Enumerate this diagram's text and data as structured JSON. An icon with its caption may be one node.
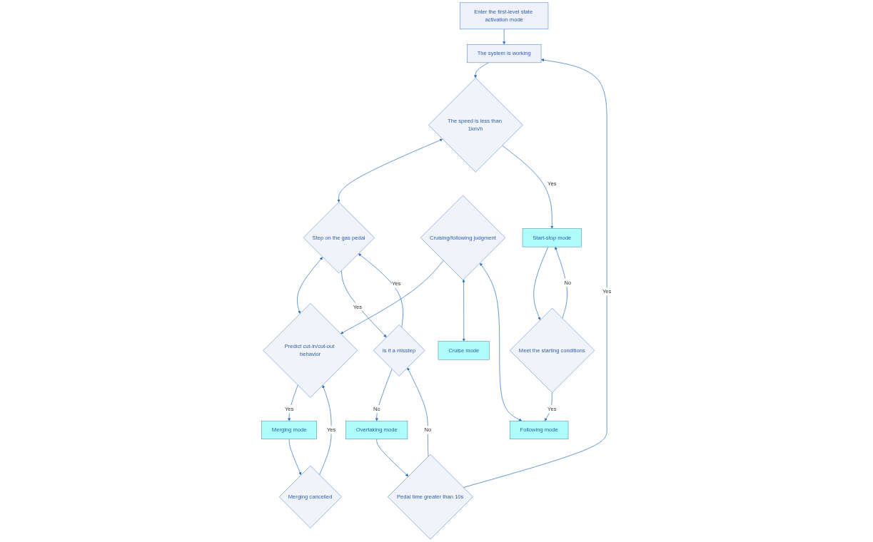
{
  "diagram": {
    "nodes": [
      {
        "text": [
          "Enter the first-level state activation mode"
        ]
      },
      {
        "text": [
          "The system is working"
        ]
      },
      {
        "text": [
          "The speed is less than 1km/h"
        ]
      },
      {
        "text": [
          "Step on the gas pedal"
        ]
      },
      {
        "text": [
          "Predict cut-in/cut-out behavior"
        ]
      },
      {
        "text": [
          "Cruising/following judgment"
        ]
      },
      {
        "text": [
          "Cruise mode"
        ]
      },
      {
        "text": [
          "Start-stop mode"
        ]
      },
      {
        "text": [
          "Is it a misstep"
        ]
      },
      {
        "text": [
          "Merging mode"
        ]
      },
      {
        "text": [
          "Following mode"
        ]
      },
      {
        "text": [
          "Meet the starting conditions"
        ]
      },
      {
        "text": [
          "Overtaking mode"
        ]
      },
      {
        "text": [
          "Merging cancelled"
        ]
      },
      {
        "text": [
          "Pedal time greater than 10s"
        ]
      }
    ],
    "edges": [
      {
        "from": 0,
        "to": 1,
        "arrow": "to"
      },
      {
        "from": 1,
        "to": 2,
        "arrow": "to"
      },
      {
        "from": 2,
        "to": 3,
        "arrow": "both"
      },
      {
        "from": 3,
        "to": 4,
        "arrow": "both"
      },
      {
        "from": 5,
        "to": 4,
        "arrow": "to"
      },
      {
        "from": 5,
        "to": 6,
        "arrow": "both"
      },
      {
        "from": 5,
        "to": 10,
        "arrow": "both"
      },
      {
        "from": 2,
        "to": 7,
        "arrow": "to",
        "label": "Yes"
      },
      {
        "from": 3,
        "to": 8,
        "arrow": "to",
        "label": "Yes"
      },
      {
        "from": 4,
        "to": 9,
        "arrow": "to",
        "label": "Yes"
      },
      {
        "from": 7,
        "to": 11,
        "arrow": "to"
      },
      {
        "from": 11,
        "to": 7,
        "arrow": "to",
        "label": "No"
      },
      {
        "from": 8,
        "to": 3,
        "arrow": "to",
        "label": "Yes"
      },
      {
        "from": 8,
        "to": 12,
        "arrow": "to",
        "label": "No"
      },
      {
        "from": 9,
        "to": 13,
        "arrow": "to"
      },
      {
        "from": 13,
        "to": 4,
        "arrow": "to",
        "label": "Yes"
      },
      {
        "from": 11,
        "to": 10,
        "arrow": "to",
        "label": "Yes"
      },
      {
        "from": 12,
        "to": 14,
        "arrow": "to"
      },
      {
        "from": 14,
        "to": 1,
        "arrow": "to",
        "label": "Yes"
      },
      {
        "from": 14,
        "to": 8,
        "arrow": "to",
        "label": "No"
      }
    ]
  }
}
